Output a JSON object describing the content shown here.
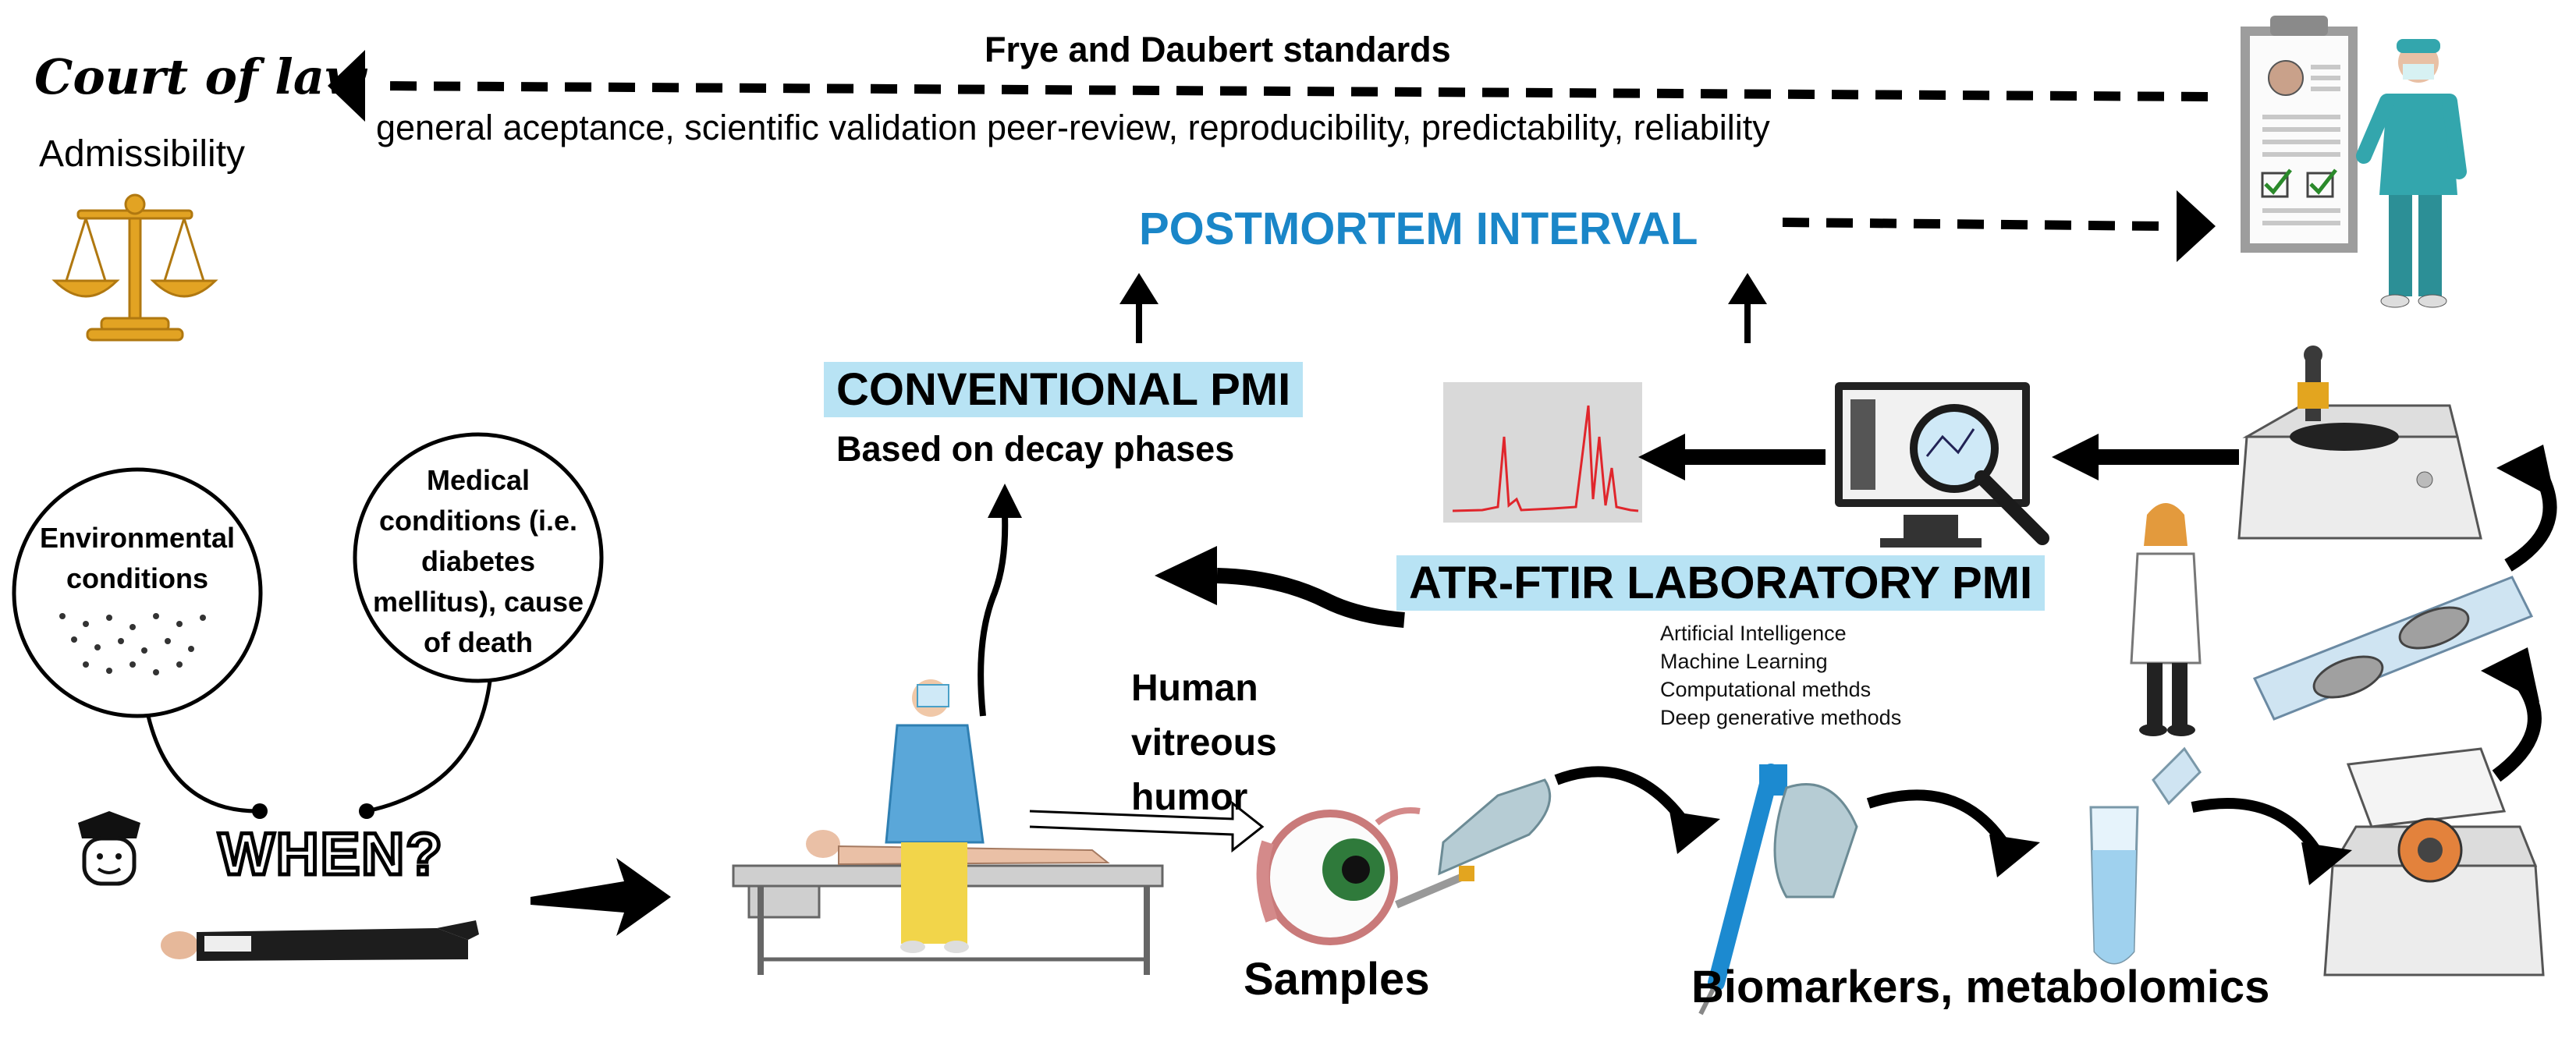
{
  "court": {
    "script_title": "Court of law",
    "subtitle": "Admissibility"
  },
  "standards": {
    "title": "Frye and Daubert standards",
    "criteria": "general aceptance, scientific validation peer-review, reproducibility, predictability, reliability"
  },
  "pmi": {
    "title": "POSTMORTEM INTERVAL"
  },
  "conventional": {
    "title": "CONVENTIONAL PMI",
    "subtitle": "Based on decay phases"
  },
  "atr": {
    "title": "ATR-FTIR LABORATORY PMI",
    "methods": [
      "Artificial Intelligence",
      "Machine Learning",
      "Computational methds",
      "Deep generative methods"
    ]
  },
  "factors": {
    "environmental": "Environmental conditions",
    "medical": "Medical conditions (i.e. diabetes mellitus), cause of death",
    "when": "WHEN?"
  },
  "samples": {
    "source": "Human vitreous humor",
    "label": "Samples"
  },
  "biomarkers": {
    "label": "Biomarkers, metabolomics"
  },
  "colors": {
    "accent_blue": "#1a86c8",
    "highlight": "#b8e3f4",
    "gold": "#e2a323",
    "teal": "#33a6ad"
  }
}
